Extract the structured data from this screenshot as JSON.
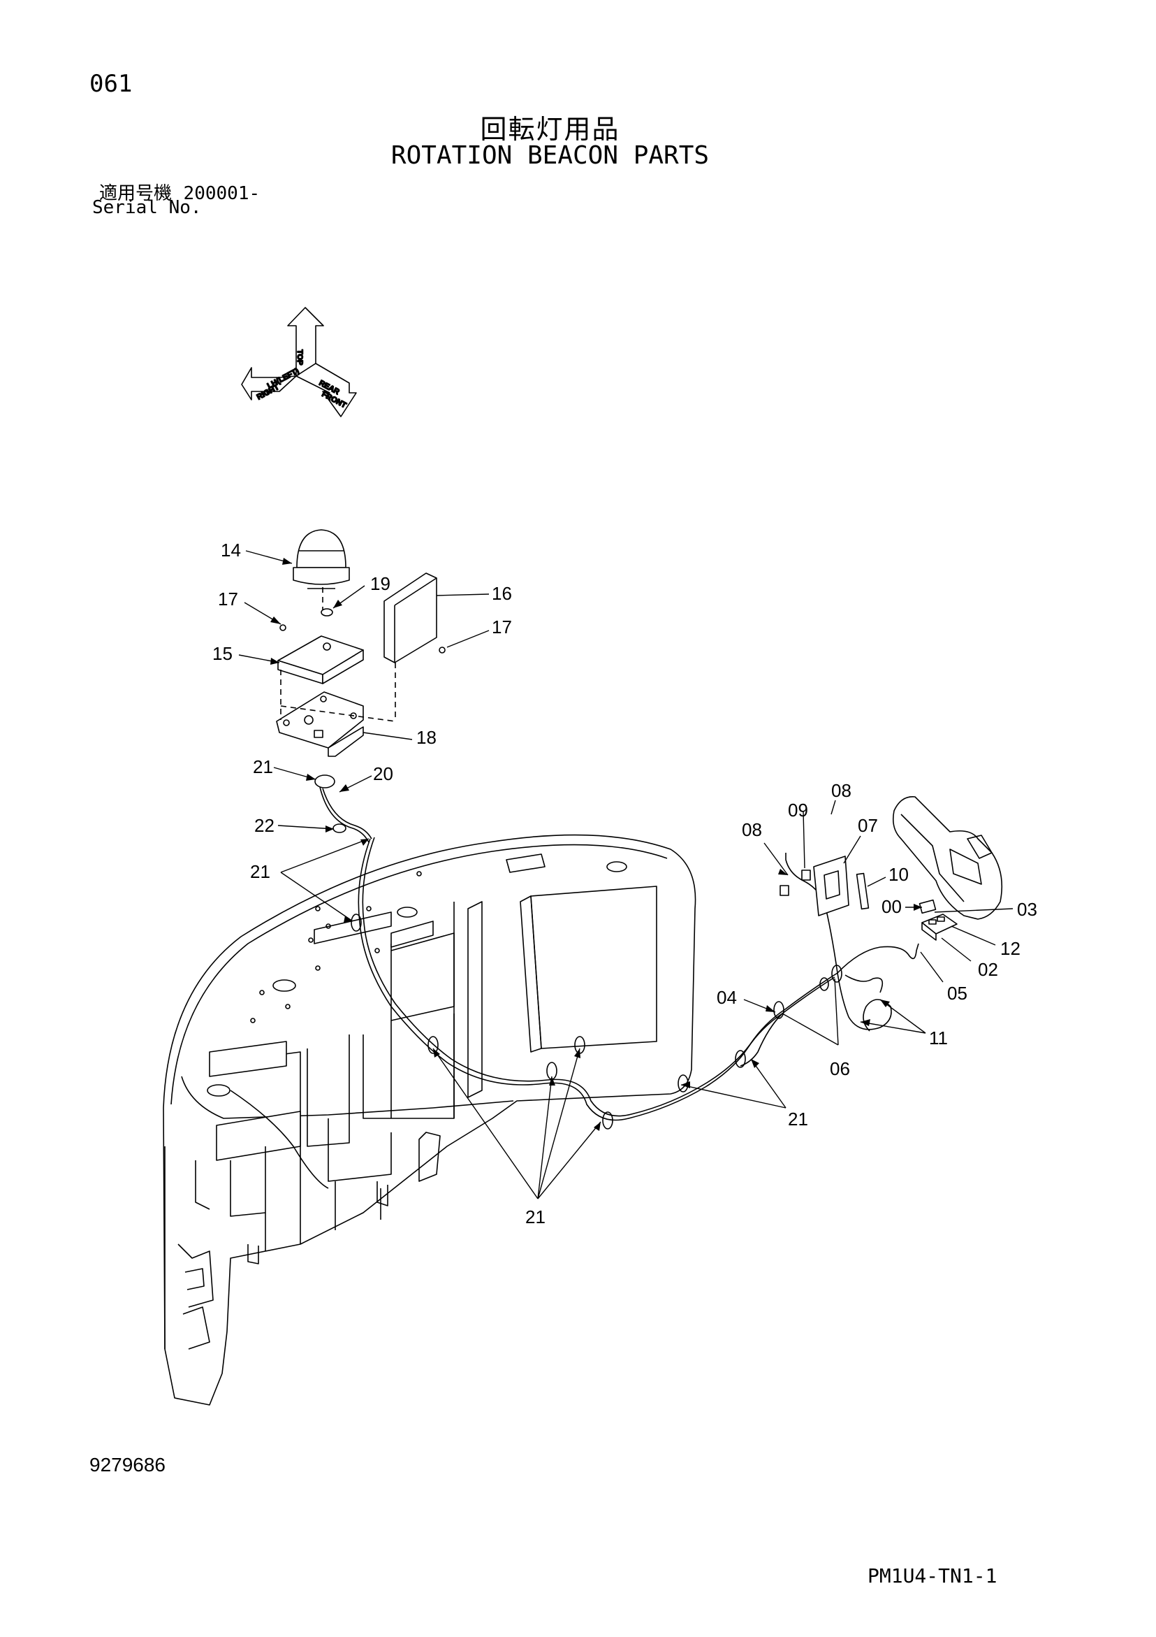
{
  "header": {
    "page_number": "061",
    "title_jp": "回転灯用品",
    "title_en": "ROTATION BEACON PARTS",
    "serial_label_jp": "適用号機",
    "serial_value": "200001-",
    "serial_label_en": "Serial No."
  },
  "compass": {
    "labels": [
      "TOP",
      "LH(LEFT)",
      "RIGHT",
      "FRONT",
      "REAR"
    ]
  },
  "callouts": [
    {
      "id": "c14",
      "label": "14"
    },
    {
      "id": "c17a",
      "label": "17"
    },
    {
      "id": "c19",
      "label": "19"
    },
    {
      "id": "c16",
      "label": "16"
    },
    {
      "id": "c17b",
      "label": "17"
    },
    {
      "id": "c15",
      "label": "15"
    },
    {
      "id": "c18",
      "label": "18"
    },
    {
      "id": "c21a",
      "label": "21"
    },
    {
      "id": "c20",
      "label": "20"
    },
    {
      "id": "c22",
      "label": "22"
    },
    {
      "id": "c21b",
      "label": "21"
    },
    {
      "id": "c08a",
      "label": "08"
    },
    {
      "id": "c09",
      "label": "09"
    },
    {
      "id": "c08b",
      "label": "08"
    },
    {
      "id": "c07",
      "label": "07"
    },
    {
      "id": "c10",
      "label": "10"
    },
    {
      "id": "c00",
      "label": "00"
    },
    {
      "id": "c03",
      "label": "03"
    },
    {
      "id": "c12",
      "label": "12"
    },
    {
      "id": "c02",
      "label": "02"
    },
    {
      "id": "c05",
      "label": "05"
    },
    {
      "id": "c04",
      "label": "04"
    },
    {
      "id": "c11",
      "label": "11"
    },
    {
      "id": "c06",
      "label": "06"
    },
    {
      "id": "c21c",
      "label": "21"
    },
    {
      "id": "c21d",
      "label": "21"
    }
  ],
  "footer": {
    "drawing_number": "9279686",
    "code": "PM1U4-TN1-1"
  }
}
